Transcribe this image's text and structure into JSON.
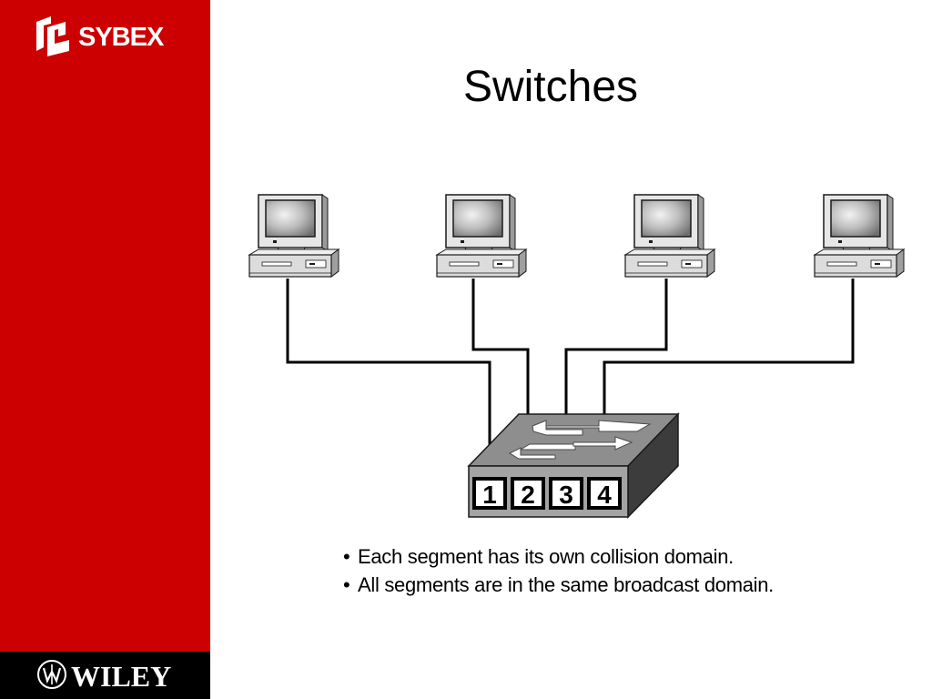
{
  "branding": {
    "top_logo": "SYBEX",
    "bottom_logo": "WILEY",
    "accent_color": "#cc0000"
  },
  "slide": {
    "title": "Switches",
    "bullets": [
      "Each segment has its own collision domain.",
      "All segments are in the same broadcast domain."
    ]
  },
  "diagram": {
    "hosts": [
      "computer",
      "computer",
      "computer",
      "computer"
    ],
    "switch": {
      "ports": [
        "1",
        "2",
        "3",
        "4"
      ],
      "icon": "switch-arrows-icon"
    }
  }
}
